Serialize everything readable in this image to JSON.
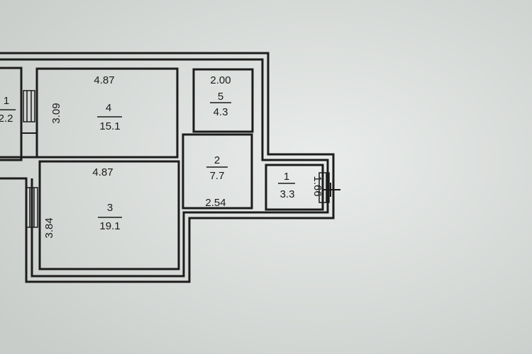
{
  "rooms": {
    "partial_left": {
      "number": "1",
      "area": "2.2"
    },
    "room4": {
      "number": "4",
      "area": "15.1",
      "width": "4.87",
      "depth": "3.09"
    },
    "room3": {
      "number": "3",
      "area": "19.1",
      "width": "4.87",
      "depth": "3.84"
    },
    "room5": {
      "number": "5",
      "area": "4.3",
      "width": "2.00"
    },
    "room2": {
      "number": "2",
      "area": "7.7",
      "width": "2.54"
    },
    "room1": {
      "number": "1",
      "area": "3.3",
      "depth": "1.66"
    }
  },
  "colors": {
    "paper": "#d8dcd8",
    "wall": "#1c1c1c",
    "ink": "#1a1a1a"
  }
}
